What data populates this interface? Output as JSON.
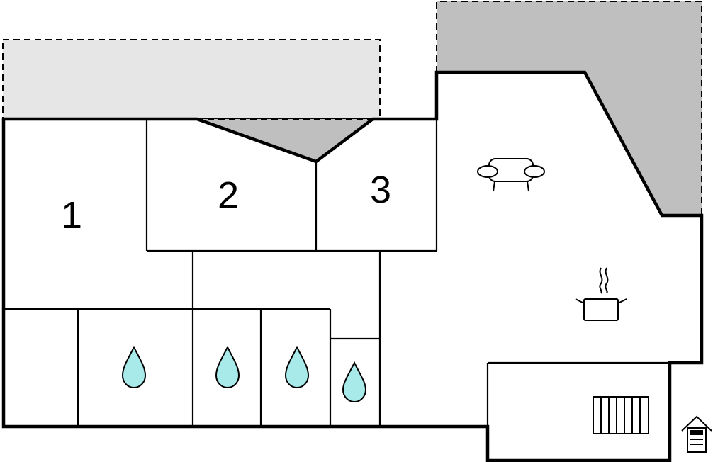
{
  "rooms": [
    {
      "id": "room-1",
      "label": "1"
    },
    {
      "id": "room-2",
      "label": "2"
    },
    {
      "id": "room-3",
      "label": "3"
    }
  ],
  "icons": {
    "living": "sofa-icon",
    "kitchen": "cooking-pot-icon",
    "stairs": "stairs-icon",
    "bathroom": "water-drop-icon",
    "entrance": "entrance-house-icon"
  },
  "colors": {
    "terrace_light": "#e6e6e6",
    "terrace_dark": "#bfbfbf",
    "water": "#a8eaea",
    "wall": "#000000"
  }
}
